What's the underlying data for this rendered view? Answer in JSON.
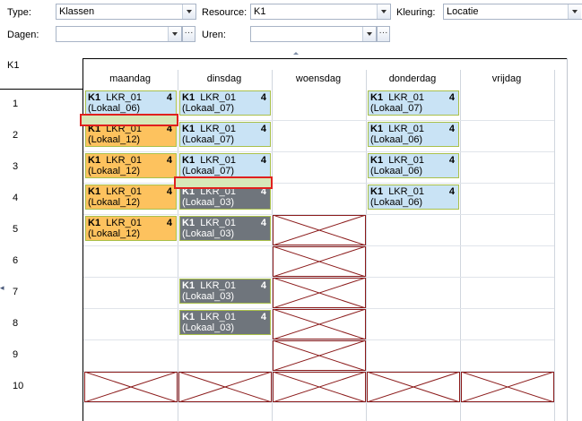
{
  "filters": {
    "type_label": "Type:",
    "type_value": "Klassen",
    "resource_label": "Resource:",
    "resource_value": "K1",
    "kleuring_label": "Kleuring:",
    "kleuring_value": "Locatie",
    "dagen_label": "Dagen:",
    "dagen_value": "",
    "uren_label": "Uren:",
    "uren_value": "",
    "ellipsis": "···"
  },
  "schedule": {
    "resource": "K1",
    "days": [
      "maandag",
      "dinsdag",
      "woensdag",
      "donderdag",
      "vrijdag"
    ],
    "periods": [
      "1",
      "2",
      "3",
      "4",
      "5",
      "6",
      "7",
      "8",
      "9",
      "10"
    ],
    "lessons": [
      {
        "day": 0,
        "period": 1,
        "class": "K1",
        "teacher": "LKR_01",
        "count": "4",
        "room": "(Lokaal_06)",
        "color": "blue"
      },
      {
        "day": 0,
        "period": 2,
        "class": "K1",
        "teacher": "LKR_01",
        "count": "4",
        "room": "(Lokaal_12)",
        "color": "orange"
      },
      {
        "day": 0,
        "period": 3,
        "class": "K1",
        "teacher": "LKR_01",
        "count": "4",
        "room": "(Lokaal_12)",
        "color": "orange"
      },
      {
        "day": 0,
        "period": 4,
        "class": "K1",
        "teacher": "LKR_01",
        "count": "4",
        "room": "(Lokaal_12)",
        "color": "orange"
      },
      {
        "day": 0,
        "period": 5,
        "class": "K1",
        "teacher": "LKR_01",
        "count": "4",
        "room": "(Lokaal_12)",
        "color": "orange"
      },
      {
        "day": 1,
        "period": 1,
        "class": "K1",
        "teacher": "LKR_01",
        "count": "4",
        "room": "(Lokaal_07)",
        "color": "blue"
      },
      {
        "day": 1,
        "period": 2,
        "class": "K1",
        "teacher": "LKR_01",
        "count": "4",
        "room": "(Lokaal_07)",
        "color": "blue"
      },
      {
        "day": 1,
        "period": 3,
        "class": "K1",
        "teacher": "LKR_01",
        "count": "4",
        "room": "(Lokaal_07)",
        "color": "blue"
      },
      {
        "day": 1,
        "period": 4,
        "class": "K1",
        "teacher": "LKR_01",
        "count": "4",
        "room": "(Lokaal_03)",
        "color": "gray"
      },
      {
        "day": 1,
        "period": 5,
        "class": "K1",
        "teacher": "LKR_01",
        "count": "4",
        "room": "(Lokaal_03)",
        "color": "gray"
      },
      {
        "day": 1,
        "period": 7,
        "class": "K1",
        "teacher": "LKR_01",
        "count": "4",
        "room": "(Lokaal_03)",
        "color": "gray"
      },
      {
        "day": 1,
        "period": 8,
        "class": "K1",
        "teacher": "LKR_01",
        "count": "4",
        "room": "(Lokaal_03)",
        "color": "gray"
      },
      {
        "day": 3,
        "period": 1,
        "class": "K1",
        "teacher": "LKR_01",
        "count": "4",
        "room": "(Lokaal_07)",
        "color": "blue"
      },
      {
        "day": 3,
        "period": 2,
        "class": "K1",
        "teacher": "LKR_01",
        "count": "4",
        "room": "(Lokaal_06)",
        "color": "blue"
      },
      {
        "day": 3,
        "period": 3,
        "class": "K1",
        "teacher": "LKR_01",
        "count": "4",
        "room": "(Lokaal_06)",
        "color": "blue"
      },
      {
        "day": 3,
        "period": 4,
        "class": "K1",
        "teacher": "LKR_01",
        "count": "4",
        "room": "(Lokaal_06)",
        "color": "blue"
      }
    ],
    "blocked": [
      {
        "day": 2,
        "period": 5
      },
      {
        "day": 2,
        "period": 6
      },
      {
        "day": 2,
        "period": 7
      },
      {
        "day": 2,
        "period": 8
      },
      {
        "day": 2,
        "period": 9
      },
      {
        "day": 0,
        "period": 10
      },
      {
        "day": 1,
        "period": 10
      },
      {
        "day": 2,
        "period": 10
      },
      {
        "day": 3,
        "period": 10
      },
      {
        "day": 4,
        "period": 10
      }
    ],
    "colors": {
      "blue": "#c9e3f5",
      "orange": "#fdc25e",
      "gray": "#6f757c",
      "blocked": "#8b1a1a",
      "selection": "#e0201e"
    }
  }
}
